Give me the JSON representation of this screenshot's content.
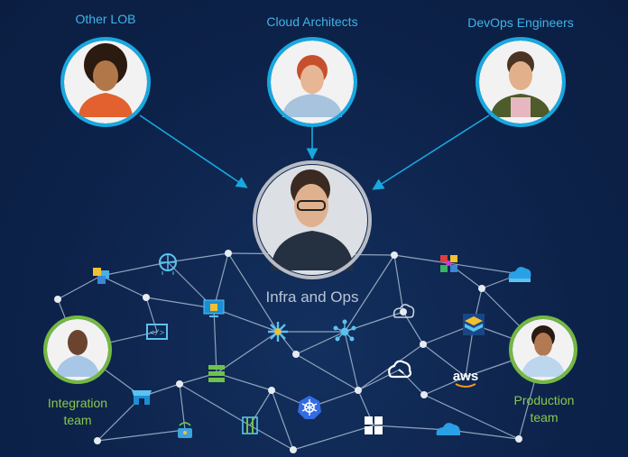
{
  "stakeholders": [
    {
      "label": "Other LOB"
    },
    {
      "label": "Cloud Architects"
    },
    {
      "label": "DevOps Engineers"
    }
  ],
  "center": {
    "label": "Infra and Ops"
  },
  "teams": [
    {
      "line1": "Integration",
      "line2": "team"
    },
    {
      "line1": "Production",
      "line2": "team"
    }
  ],
  "cloud_logo": {
    "text": "aws"
  },
  "colors": {
    "background": "#0d2249",
    "stakeholder_ring": "#18a8e0",
    "team_ring": "#74b843",
    "center_ring": "#b8bcc4",
    "label_blue": "#3fb4e8",
    "label_green": "#86c94a",
    "network_line": "#8fa3bd",
    "node": "#e6ebf2"
  },
  "icons": [
    "cloud-shield-icon",
    "global-network-icon",
    "stacked-layers-icon",
    "container-monitor-icon",
    "code-window-icon",
    "kubernetes-settings-icon",
    "hub-network-icon",
    "cloud-outline-icon",
    "cube-stack-icon",
    "layered-box-icon",
    "storage-rack-icon",
    "storefront-icon",
    "kubernetes-icon",
    "google-cloud-icon",
    "aws-logo",
    "windows-logo",
    "azure-cloud-icon",
    "server-rack-icon",
    "edge-device-icon",
    "colorful-cubes-icon"
  ]
}
